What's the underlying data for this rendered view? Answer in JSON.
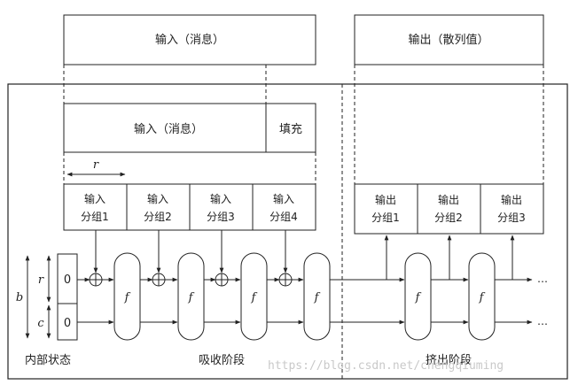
{
  "top": {
    "input_message": "输入（消息）",
    "output_hash": "输出（散列值）"
  },
  "absorb": {
    "message_bar": "输入（消息）",
    "padding": "填充",
    "r_label": "r",
    "blocks": [
      {
        "line1": "输入",
        "line2": "分组1"
      },
      {
        "line1": "输入",
        "line2": "分组2"
      },
      {
        "line1": "输入",
        "line2": "分组3"
      },
      {
        "line1": "输入",
        "line2": "分组4"
      }
    ]
  },
  "squeeze": {
    "blocks": [
      {
        "line1": "输出",
        "line2": "分组1"
      },
      {
        "line1": "输出",
        "line2": "分组2"
      },
      {
        "line1": "输出",
        "line2": "分组3"
      }
    ]
  },
  "state": {
    "b_label": "b",
    "r_label": "r",
    "c_label": "c",
    "r_init": "0",
    "c_init": "0"
  },
  "function_label": "f",
  "ellipsis": "…",
  "xor_symbol": "⊕",
  "bottom": {
    "internal_state": "内部状态",
    "absorb_phase": "吸收阶段",
    "squeeze_phase": "挤出阶段"
  },
  "watermark": "https://blog.csdn.net/chengqiuming"
}
